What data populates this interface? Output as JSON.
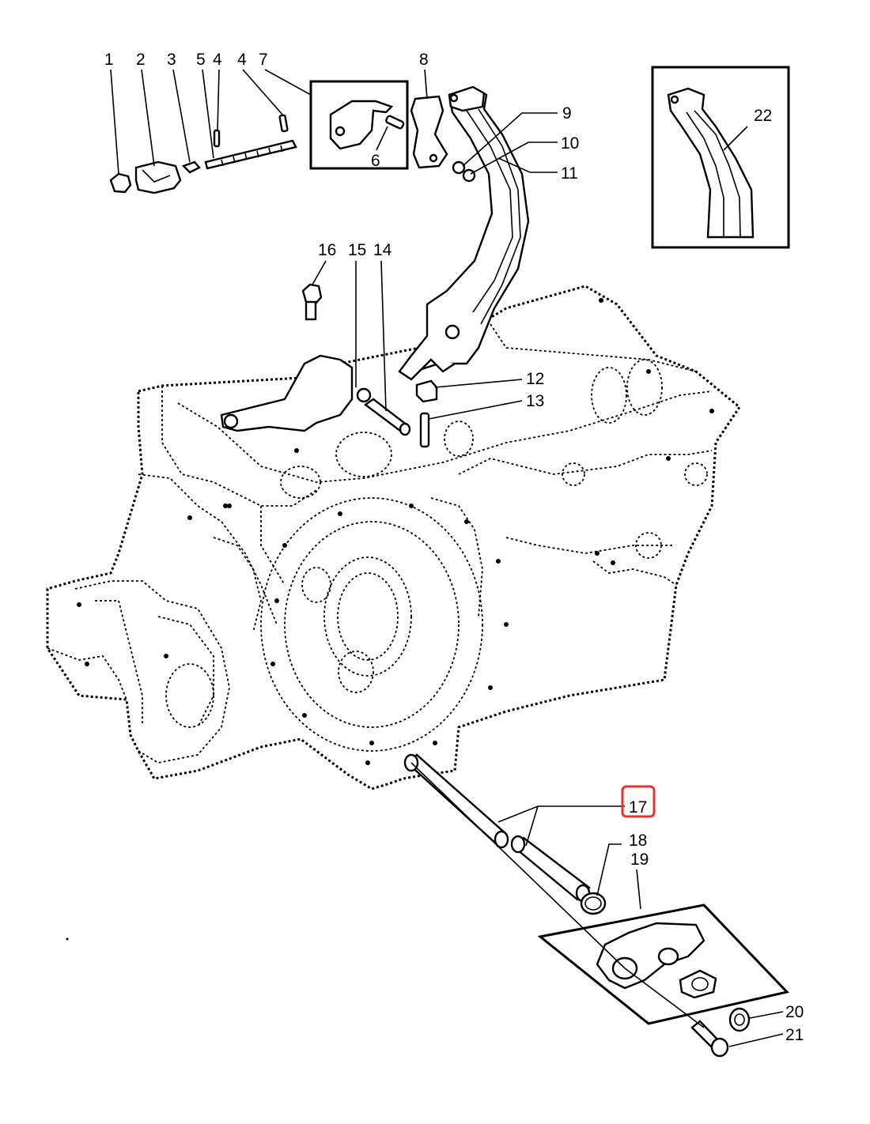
{
  "callouts": [
    {
      "id": "c1",
      "text": "1"
    },
    {
      "id": "c2",
      "text": "2"
    },
    {
      "id": "c3",
      "text": "3"
    },
    {
      "id": "c5",
      "text": "5"
    },
    {
      "id": "c4a",
      "text": "4"
    },
    {
      "id": "c4b",
      "text": "4"
    },
    {
      "id": "c7",
      "text": "7"
    },
    {
      "id": "c8",
      "text": "8"
    },
    {
      "id": "c6",
      "text": "6"
    },
    {
      "id": "c9",
      "text": "9"
    },
    {
      "id": "c10",
      "text": "10"
    },
    {
      "id": "c11",
      "text": "11"
    },
    {
      "id": "c22",
      "text": "22"
    },
    {
      "id": "c16",
      "text": "16"
    },
    {
      "id": "c15",
      "text": "15"
    },
    {
      "id": "c14",
      "text": "14"
    },
    {
      "id": "c12",
      "text": "12"
    },
    {
      "id": "c13",
      "text": "13"
    },
    {
      "id": "c17",
      "text": "17"
    },
    {
      "id": "c18",
      "text": "18"
    },
    {
      "id": "c19",
      "text": "19"
    },
    {
      "id": "c20",
      "text": "20"
    },
    {
      "id": "c21",
      "text": "21"
    }
  ],
  "highlight": {
    "callout": "17",
    "color": "#e0342f"
  }
}
